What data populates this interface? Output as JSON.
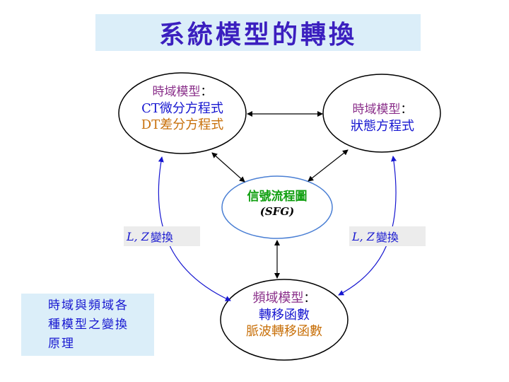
{
  "title": "系統模型的轉換",
  "nodes": {
    "left": {
      "heading": "時域模型",
      "colon": "：",
      "line1_prefix": "CT",
      "line1": "微分方程式",
      "line2_prefix": "DT",
      "line2": "差分方程式"
    },
    "right": {
      "heading": "時域模型",
      "colon": "：",
      "line1": "狀態方程式"
    },
    "center": {
      "line1": "信號流程圖",
      "line2": "(SFG)"
    },
    "bottom": {
      "heading": "頻域模型",
      "colon": "：",
      "line1": "轉移函數",
      "line2": "脈波轉移函數"
    }
  },
  "transform_left": {
    "vars": "L, Z",
    "text": "變換"
  },
  "transform_right": {
    "vars": "L, Z",
    "text": "變換"
  },
  "note": [
    "時域與頻域各",
    "種模型之變換",
    "原理"
  ],
  "colors": {
    "title": "#3b1fbf",
    "title_bg": "#dbeef9",
    "blue": "#1616d0",
    "purple": "#8a2f8a",
    "orange": "#c8700a",
    "green": "#12a012",
    "sfg_border": "#4a7fd4"
  }
}
